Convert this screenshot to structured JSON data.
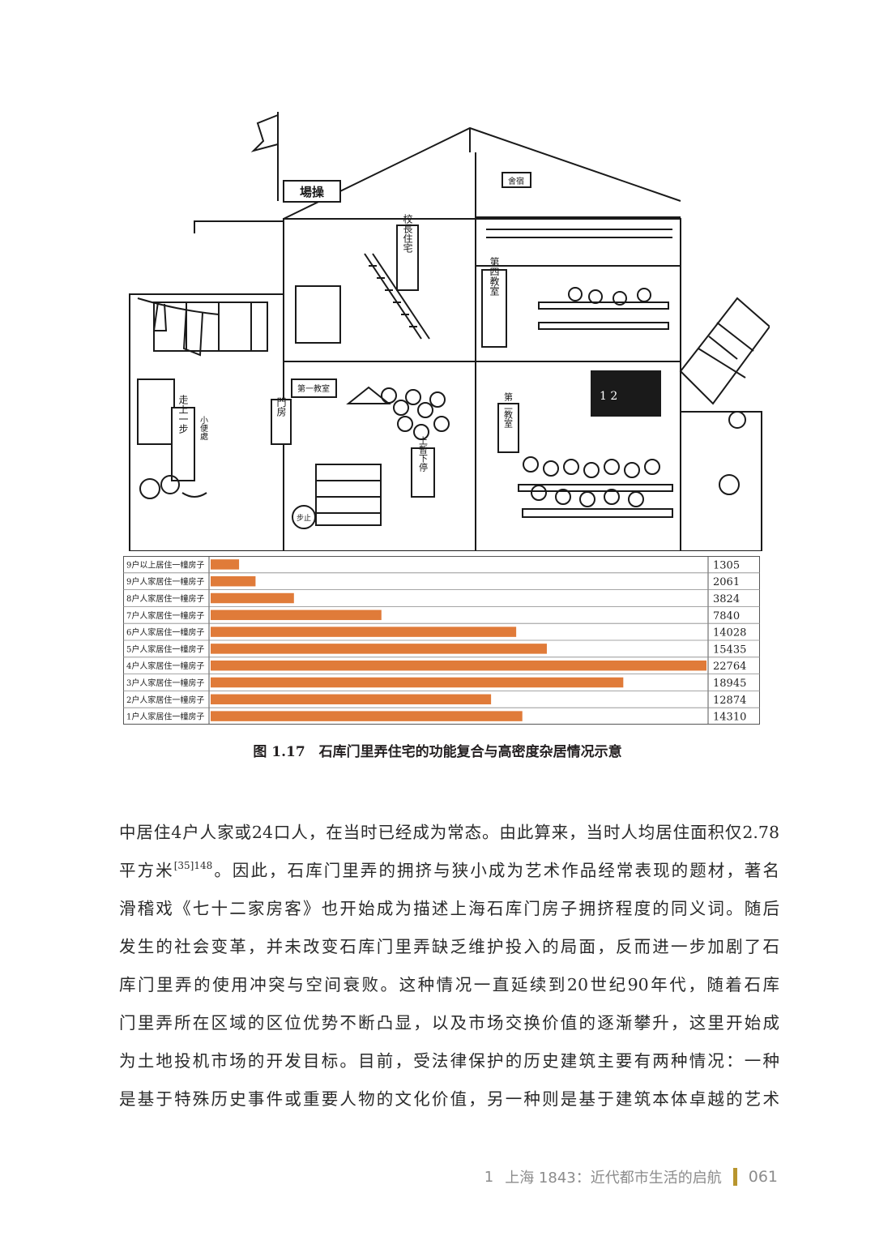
{
  "figure": {
    "illustration_signs": {
      "rooftop_sign": "場操",
      "room_sign_upper": "舍宿",
      "principal_residence": "校長住宅",
      "classroom_sign_upper": "第四教室",
      "classroom_sign_lower_left": "第一教室",
      "classroom_sign_lower_right": "第二教室",
      "gate_room": "門房",
      "walk_sign": "走上一步",
      "toilet_sign": "小便處",
      "stop_sign": "上暫下停",
      "halt_sign": "步止"
    },
    "caption": "图 1.17　石库门里弄住宅的功能复合与高密度杂居情况示意"
  },
  "chart_data": {
    "type": "bar",
    "orientation": "horizontal",
    "categories": [
      "9户以上居住一幢房子",
      "9户人家居住一幢房子",
      "8户人家居住一幢房子",
      "7户人家居住一幢房子",
      "6户人家居住一幢房子",
      "5户人家居住一幢房子",
      "4户人家居住一幢房子",
      "3户人家居住一幢房子",
      "2户人家居住一幢房子",
      "1户人家居住一幢房子"
    ],
    "values": [
      1305,
      2061,
      3824,
      7840,
      14028,
      15435,
      22764,
      18945,
      12874,
      14310
    ],
    "value_labels": [
      "1305",
      "2061",
      "3824",
      "7840",
      "14028",
      "15435",
      "22764",
      "18945",
      "12874",
      "14310"
    ],
    "xlim": [
      0,
      22764
    ],
    "bar_color": "#e07b39",
    "grid": "horizontal row lines"
  },
  "body": {
    "lines": [
      {
        "pre": "中居住4户人家或24口人，在当时已经成为常态。由此算来，当时人均居住面积仅2.78"
      },
      {
        "pre": "平方米",
        "sup": "[35]148",
        "post": "。因此，石库门里弄的拥挤与狭小成为艺术作品经常表现的题材，著名"
      },
      {
        "pre": "滑稽戏《七十二家房客》也开始成为描述上海石库门房子拥挤程度的同义词。随后"
      },
      {
        "pre": "发生的社会变革，并未改变石库门里弄缺乏维护投入的局面，反而进一步加剧了石"
      },
      {
        "pre": "库门里弄的使用冲突与空间衰败。这种情况一直延续到20世纪90年代，随着石库"
      },
      {
        "pre": "门里弄所在区域的区位优势不断凸显，以及市场交换价值的逐渐攀升，这里开始成"
      },
      {
        "pre": "为土地投机市场的开发目标。目前，受法律保护的历史建筑主要有两种情况：一种"
      },
      {
        "pre": "是基于特殊历史事件或重要人物的文化价值，另一种则是基于建筑本体卓越的艺术"
      }
    ]
  },
  "footer": {
    "chapter": "1",
    "title": "上海 1843：近代都市生活的启航",
    "page": "061",
    "accent_color": "#b8952e"
  }
}
